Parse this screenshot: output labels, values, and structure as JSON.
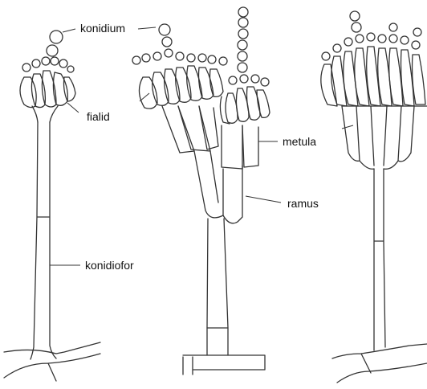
{
  "labels": {
    "konidium": "konidium",
    "fialid": "fialid",
    "metula": "metula",
    "ramus": "ramus",
    "konidiofor": "konidiofor"
  },
  "colors": {
    "line": "#333333",
    "background": "#ffffff",
    "text": "#111111"
  }
}
